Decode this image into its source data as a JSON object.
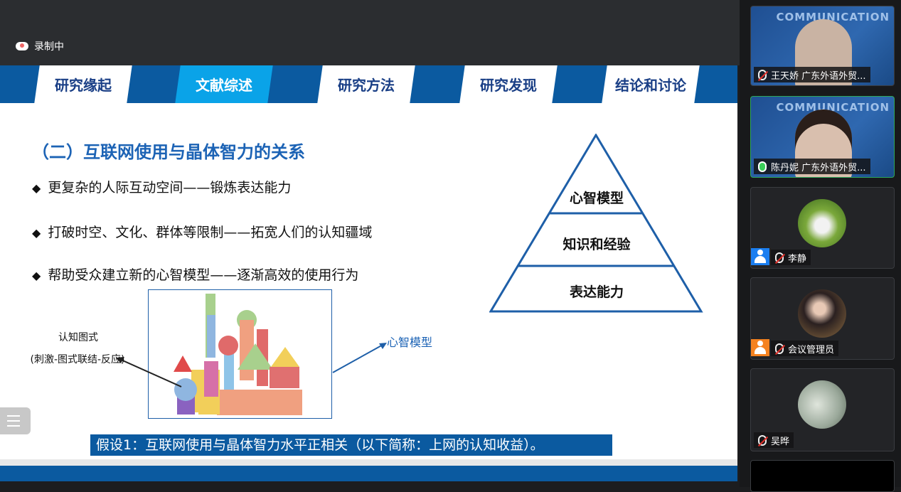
{
  "recording": {
    "label": "录制中"
  },
  "slide": {
    "tabs": [
      "研究缘起",
      "文献综述",
      "研究方法",
      "研究发现",
      "结论和讨论"
    ],
    "active_tab": "文献综述",
    "heading": "（二）互联网使用与晶体智力的关系",
    "bullets": [
      "更复杂的人际互动空间——锻炼表达能力",
      "打破时空、文化、群体等限制——拓宽人们的认知疆域",
      "帮助受众建立新的心智模型——逐渐高效的使用行为"
    ],
    "bullet_icon": "diamond-icon",
    "pyramid": [
      "心智模型",
      "知识和经验",
      "表达能力"
    ],
    "schema_label": "认知图式",
    "schema_sub": "(刺激-图式联结-反应)",
    "mental_model_label": "心智模型",
    "hypothesis": "假设1：互联网使用与晶体智力水平正相关（以下简称：上网的认知收益）。"
  },
  "participants": [
    {
      "name": "王天娇 广东外语外贸...",
      "mic": "muted",
      "video": true,
      "speaking": false
    },
    {
      "name": "陈丹妮 广东外语外贸...",
      "mic": "on",
      "video": true,
      "speaking": true
    },
    {
      "name": "李静",
      "mic": "muted",
      "role_color": "#1a7ef0"
    },
    {
      "name": "会议管理员",
      "mic": "muted",
      "role_color": "#f5821f"
    },
    {
      "name": "吴晔",
      "mic": "muted"
    }
  ],
  "video_bg_text": "COMMUNICATION",
  "colors": {
    "brand_blue": "#0b5aa0",
    "active_tab": "#0aa3e8",
    "heading": "#1c63b5"
  }
}
